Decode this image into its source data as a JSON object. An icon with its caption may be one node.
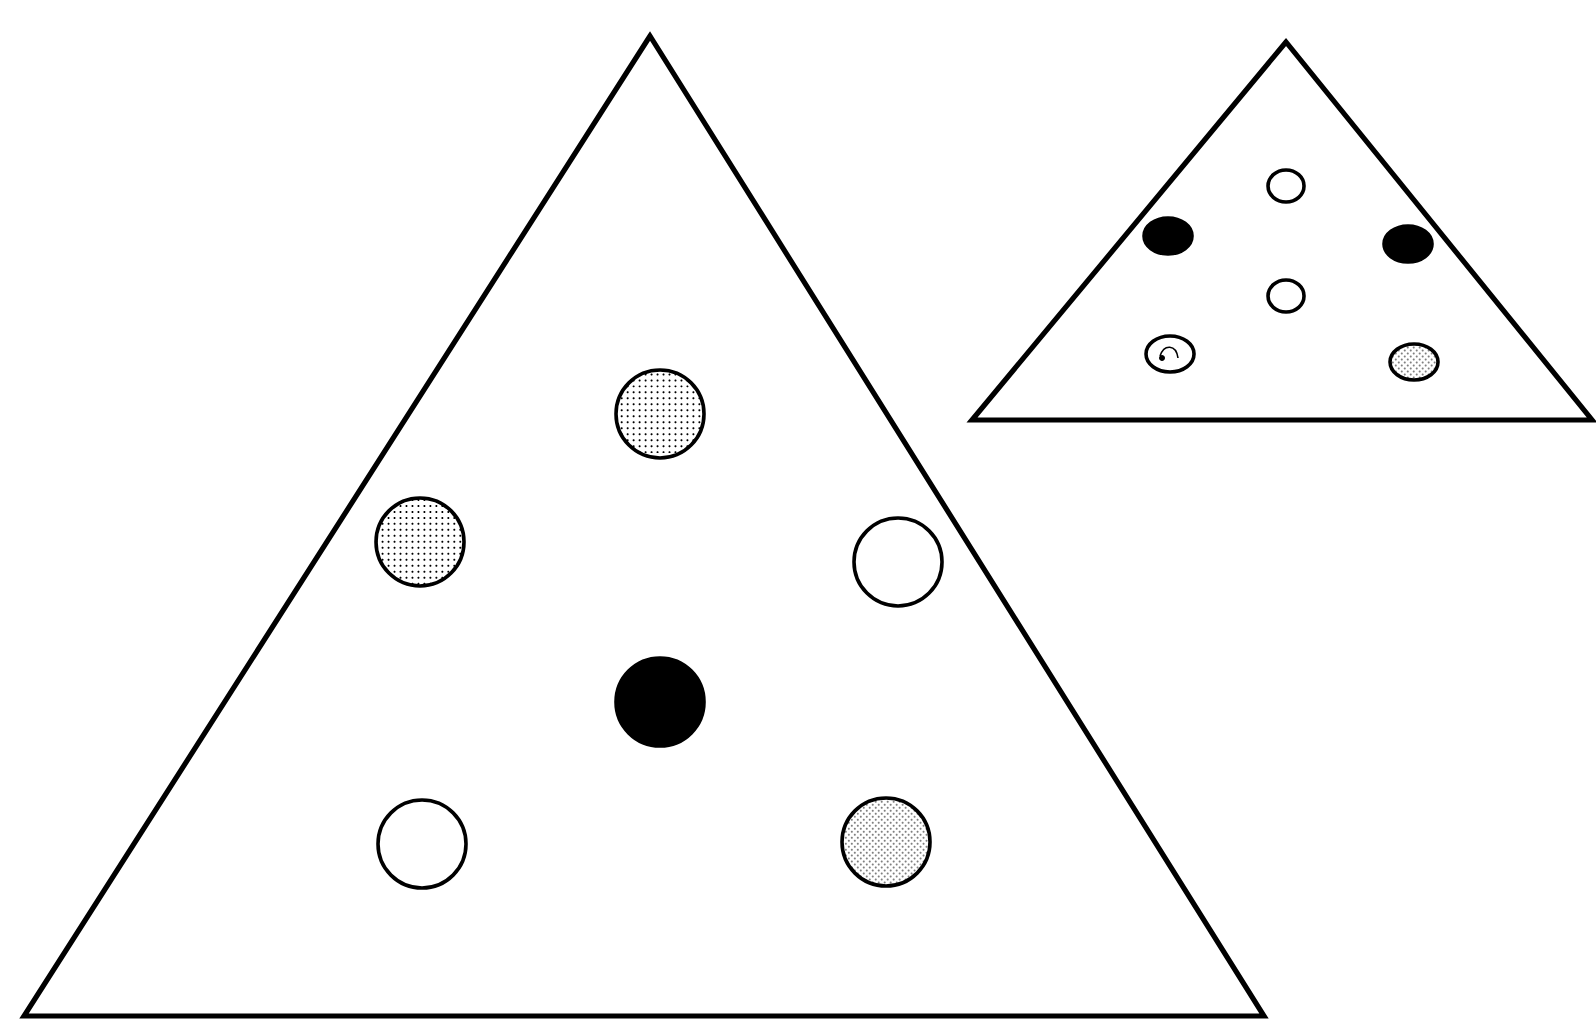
{
  "diagram": {
    "nodes": [
      {
        "text": [],
        "shape": "triangle"
      },
      {
        "text": [],
        "shape": "circle",
        "in": 0
      },
      {
        "text": [],
        "shape": "circle",
        "in": 0
      },
      {
        "text": [],
        "shape": "circle",
        "in": 0
      },
      {
        "text": [],
        "shape": "circle",
        "in": 0
      },
      {
        "text": [],
        "shape": "circle",
        "in": 0
      },
      {
        "text": [],
        "shape": "circle",
        "in": 0
      },
      {
        "text": [],
        "shape": "triangle"
      },
      {
        "text": [],
        "shape": "circle",
        "in": 7
      },
      {
        "text": [],
        "shape": "circle",
        "in": 7
      },
      {
        "text": [],
        "shape": "circle",
        "in": 7
      },
      {
        "text": [],
        "shape": "circle",
        "in": 7
      },
      {
        "text": [],
        "shape": "circle",
        "in": 7
      },
      {
        "text": [],
        "shape": "circle",
        "in": 7
      }
    ]
  }
}
